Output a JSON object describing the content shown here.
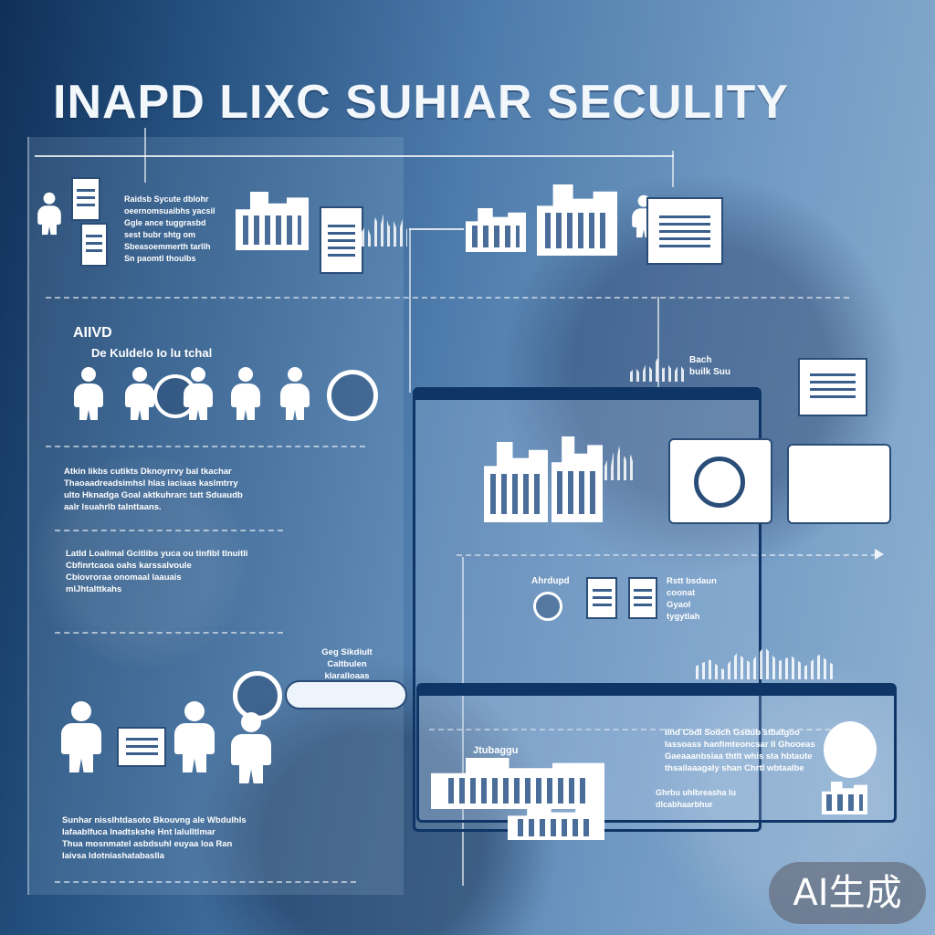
{
  "header": {
    "title": "INAPD LIXC SUHIAR SECULITY"
  },
  "left": {
    "block1": "Raidsb Sycute dblohr\noeernomsuaibhs yacsil\nGgle ance tuggrasbd\nsest bubr shtg om\nSbeasoemmerth tarllh\nSn paomtl thoulbs",
    "heading2": "AIIVD",
    "subheading2": "De Kuldelo Io lu tchal",
    "block3": "Atkin likbs cutikts Dknoyrrvy bal tkachar\nThaoaadreadsimhsl hlas iaciaas kaslmtrry\nulto Hknadga Goal aktkuhrarc tatt Sduaudb\naalr lsuahrlb talnttaans.",
    "block4": "Latld Loailmal Gcitlibs yuca ou tinfibl tlnuitli\nCbfinrtcaoa oahs karssalvoule\nCbiovroraa onomaal laauais\nmlJhtalttkahs",
    "label5": "Geg Sikdiult\nCaltbulen klaralloaas",
    "block6": "Sunhar nisslhtdasoto Bkouvng ale Wbdulhls\nlafaablfuca lnadtskshe Hnt lalulltlmar\nThua mosnmatel asbdsuhl euyaa loa Ran\nlaivsa ldotniashatabaslla"
  },
  "right": {
    "label1": "Bach\nbuilk Suu",
    "label2": "Ahrdupd",
    "label3": "Rstt bsdaun\ncoonat\nGyaol\ntygytlah",
    "block4": "Ilnd Codl Sodch Gsdub stbatgoo\nIassoass hanfimteoncsar ll Ghooeas\nGaeaaanbsiaa thtlt whis sta hbtaute\nthsailaaagaly shan Chrtl wbtaalbe",
    "label5": "Ghrbu uhlbreasha lu dlcabhaarbhur",
    "label6": "Jtubaggu"
  },
  "watermark": "AI生成"
}
